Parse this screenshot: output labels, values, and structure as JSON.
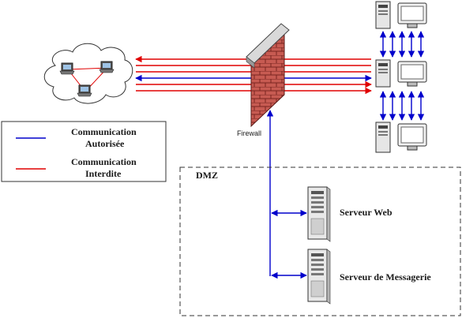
{
  "legend": {
    "allowed_line1": "Communication",
    "allowed_line2": "Autorisée",
    "forbidden_line1": "Communication",
    "forbidden_line2": "Interdite"
  },
  "firewall": {
    "label": "Firewall"
  },
  "dmz": {
    "label": "DMZ"
  },
  "servers": {
    "web": "Serveur Web",
    "mail": "Serveur de Messagerie"
  },
  "colors": {
    "allowed": "#0000cc",
    "forbidden": "#e00000",
    "brick": "#c0504d",
    "mortar": "#8b2b27"
  }
}
